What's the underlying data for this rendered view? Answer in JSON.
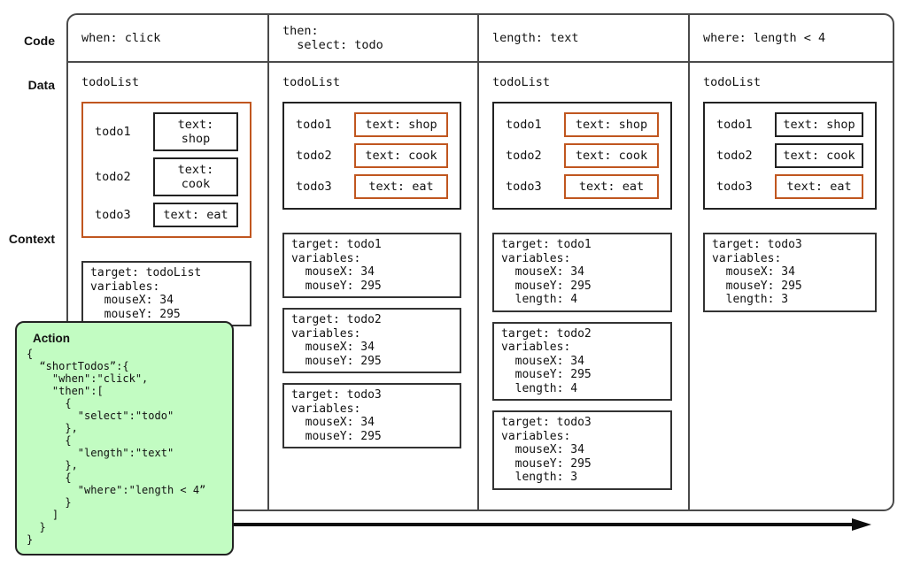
{
  "row_labels": {
    "code": "Code",
    "data": "Data",
    "context": "Context"
  },
  "colors": {
    "highlight_orange": "#c0561f",
    "action_green_bg": "#c2fcc2",
    "frame_gray": "#4a4a4a"
  },
  "columns": [
    {
      "code": "when: click",
      "data": {
        "label": "todoList",
        "outer_highlight": true,
        "rows": [
          {
            "key": "todo1",
            "value": "text: shop",
            "highlight": false
          },
          {
            "key": "todo2",
            "value": "text: cook",
            "highlight": false
          },
          {
            "key": "todo3",
            "value": "text: eat",
            "highlight": false
          }
        ]
      },
      "context": [
        {
          "text": "target: todoList\nvariables:\n  mouseX: 34\n  mouseY: 295"
        }
      ]
    },
    {
      "code": "then:\n  select: todo",
      "data": {
        "label": "todoList",
        "outer_highlight": false,
        "rows": [
          {
            "key": "todo1",
            "value": "text: shop",
            "highlight": true
          },
          {
            "key": "todo2",
            "value": "text: cook",
            "highlight": true
          },
          {
            "key": "todo3",
            "value": "text: eat",
            "highlight": true
          }
        ]
      },
      "context": [
        {
          "text": "target: todo1\nvariables:\n  mouseX: 34\n  mouseY: 295"
        },
        {
          "text": "target: todo2\nvariables:\n  mouseX: 34\n  mouseY: 295"
        },
        {
          "text": "target: todo3\nvariables:\n  mouseX: 34\n  mouseY: 295"
        }
      ]
    },
    {
      "code": "length: text",
      "data": {
        "label": "todoList",
        "outer_highlight": false,
        "rows": [
          {
            "key": "todo1",
            "value": "text: shop",
            "highlight": true
          },
          {
            "key": "todo2",
            "value": "text: cook",
            "highlight": true
          },
          {
            "key": "todo3",
            "value": "text: eat",
            "highlight": true
          }
        ]
      },
      "context": [
        {
          "text": "target: todo1\nvariables:\n  mouseX: 34\n  mouseY: 295\n  length: 4"
        },
        {
          "text": "target: todo2\nvariables:\n  mouseX: 34\n  mouseY: 295\n  length: 4"
        },
        {
          "text": "target: todo3\nvariables:\n  mouseX: 34\n  mouseY: 295\n  length: 3"
        }
      ]
    },
    {
      "code": "where: length < 4",
      "data": {
        "label": "todoList",
        "outer_highlight": false,
        "rows": [
          {
            "key": "todo1",
            "value": "text: shop",
            "highlight": false
          },
          {
            "key": "todo2",
            "value": "text: cook",
            "highlight": false
          },
          {
            "key": "todo3",
            "value": "text: eat",
            "highlight": true
          }
        ]
      },
      "context": [
        {
          "text": "target: todo3\nvariables:\n  mouseX: 34\n  mouseY: 295\n  length: 3"
        }
      ]
    }
  ],
  "action_panel": {
    "title": "Action",
    "code": "{\n  “shortTodos”:{\n    \"when\":\"click\",\n    \"then\":[\n      {\n        \"select\":\"todo\"\n      },\n      {\n        \"length\":\"text\"\n      },\n      {\n        \"where\":\"length < 4”\n      }\n    ]\n  }\n}"
  }
}
